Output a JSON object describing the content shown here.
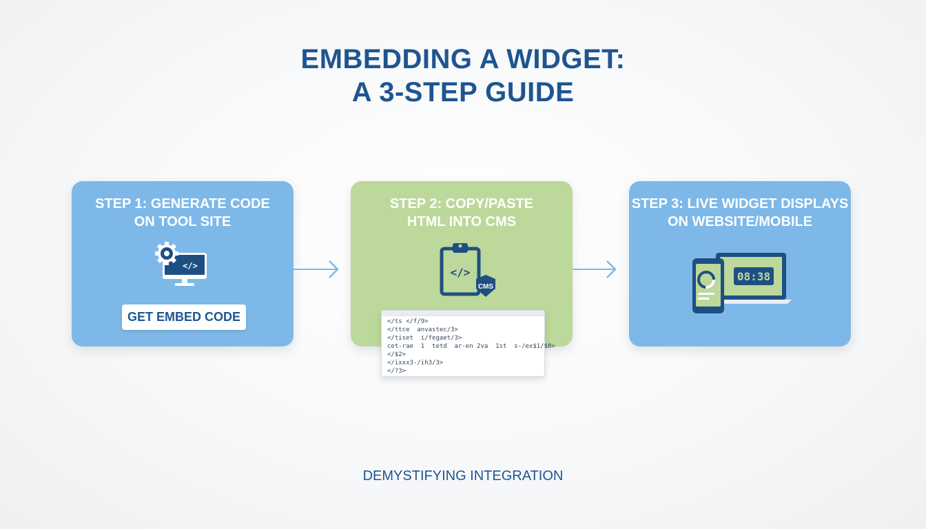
{
  "title": {
    "line1": "EMBEDDING A WIDGET:",
    "line2": "A 3-STEP GUIDE"
  },
  "steps": [
    {
      "title_line1": "STEP 1: GENERATE CODE",
      "title_line2": "ON TOOL SITE",
      "icon": "monitor-gear-code-icon",
      "code_symbol": "</>",
      "button_label": "GET EMBED CODE"
    },
    {
      "title_line1": "STEP 2: COPY/PASTE",
      "title_line2": "HTML INTO CMS",
      "icon": "clipboard-code-icon",
      "code_symbol": "</>",
      "badge_label": "CMS",
      "code_lines": [
        "</ts </f/9>",
        "</ttce  anvastec/3>",
        "</tiset  i/fegaet/3>",
        "cet-rae  1  tetd  ar-en 2va  1st  s-/ex$1/$8>",
        "</$2>",
        "</ixxx3-/ih3/3>",
        "</?3>"
      ]
    },
    {
      "title_line1": "STEP 3: LIVE WIDGET DISPLAYS",
      "title_line2": "ON WEBSITE/MOBILE",
      "icon": "laptop-phone-widget-icon",
      "clock_text": "08:38"
    }
  ],
  "footer": "DEMYSTIFYING INTEGRATION",
  "colors": {
    "title": "#1e5591",
    "blue_card": "#7db8e8",
    "green_card": "#bcd89a",
    "arrow": "#7db8e8",
    "icon_dark": "#1e4f82"
  }
}
